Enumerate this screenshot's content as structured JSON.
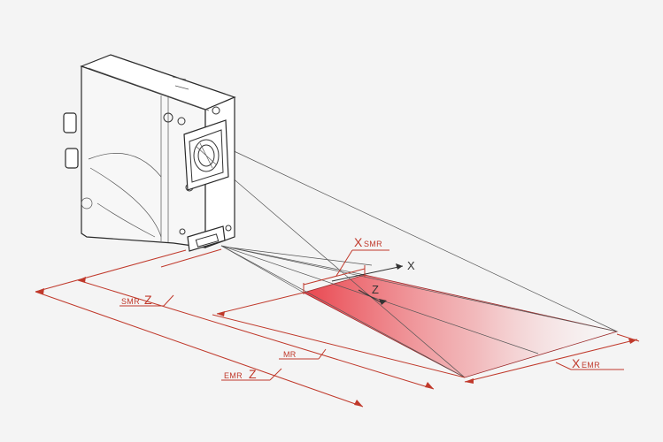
{
  "diagram": {
    "labels": {
      "x_smr_main": "X",
      "x_smr_sub": "SMR",
      "smr_z_sub": "SMR",
      "smr_z_main": "Z",
      "mr": "MR",
      "emr_z_sub": "EMR",
      "emr_z_main": "Z",
      "x_emr_main": "X",
      "x_emr_sub": "EMR",
      "axis_x": "X",
      "axis_z": "Z"
    },
    "colors": {
      "dimension_lines": "#c0392b",
      "outline": "#2a2a2a",
      "laser_field_near": "#e8323c",
      "laser_field_far": "#ffffff"
    },
    "icons": {
      "sensor": "laser-profile-sensor-icon",
      "lens": "camera-lens-icon",
      "emitter": "laser-emitter-icon"
    }
  }
}
